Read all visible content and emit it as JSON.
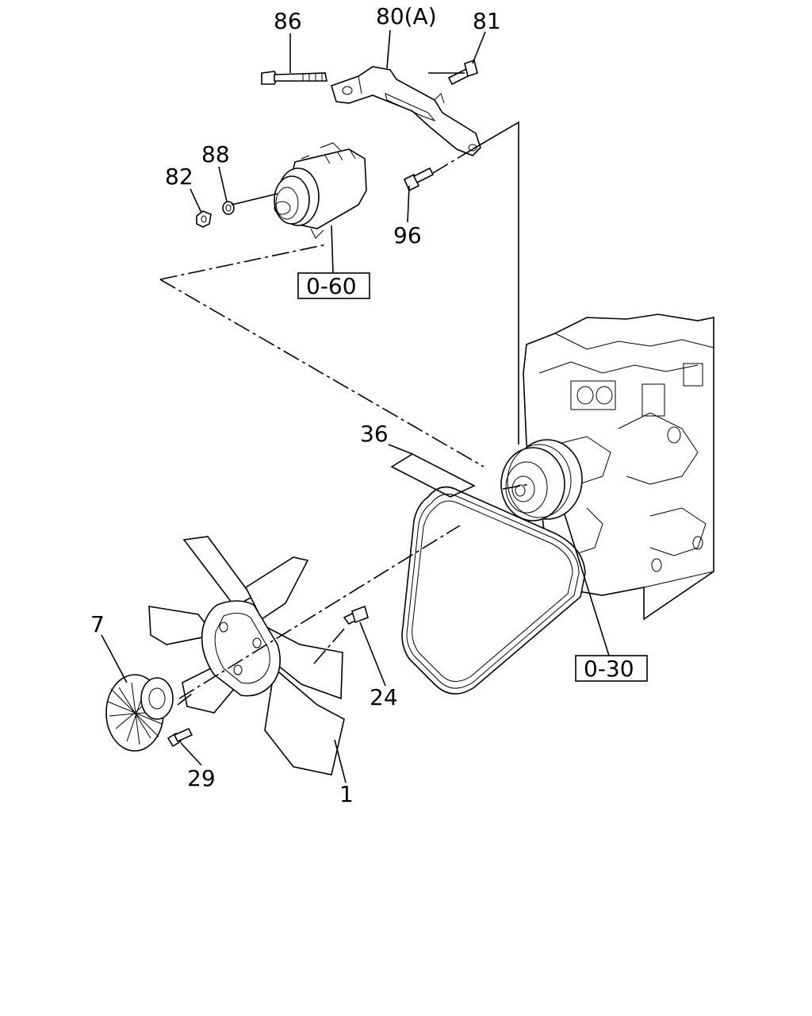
{
  "part_labels": {
    "p86": "86",
    "p80a": "80(A)",
    "p81": "81",
    "p88": "88",
    "p82": "82",
    "p96": "96",
    "p36": "36",
    "p7": "7",
    "p24": "24",
    "p29": "29",
    "p1": "1"
  },
  "reference_boxes": {
    "ref_0_60": "0-60",
    "ref_0_30": "0-30"
  }
}
